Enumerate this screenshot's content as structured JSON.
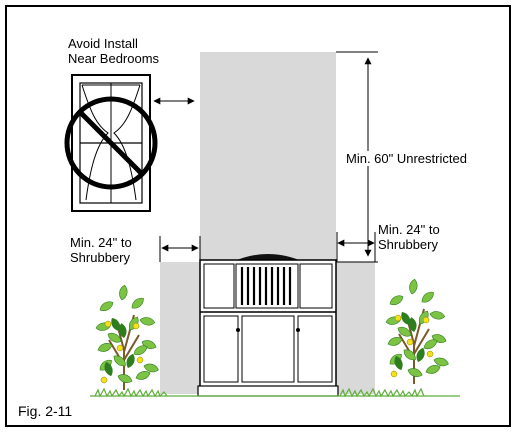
{
  "labels": {
    "avoid_install": [
      "Avoid Install",
      "Near Bedrooms"
    ],
    "min_60": "Min. 60\" Unrestricted",
    "min_24_right": [
      "Min. 24\" to",
      "Shrubbery"
    ],
    "min_24_left": [
      "Min. 24\" to",
      "Shrubbery"
    ],
    "figure_caption": "Fig. 2-11"
  },
  "colors": {
    "clearance_zone": "#d9d9d9",
    "outline": "#000000",
    "leaf_green": "#7cc243",
    "leaf_dark": "#2e7d1f",
    "flower_yellow": "#f2e21b",
    "grass": "#5fae3c"
  },
  "icons": {
    "window": "bedroom-window-icon",
    "prohibition": "no-symbol-icon",
    "unit": "hvac-package-unit-icon",
    "shrub": "shrub-icon"
  }
}
